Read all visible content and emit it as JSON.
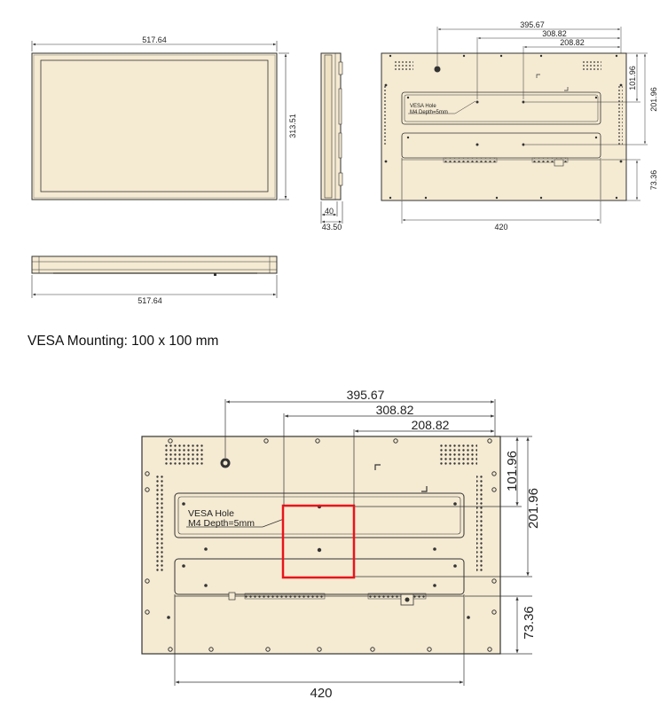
{
  "caption": "VESA Mounting: 100 x 100 mm",
  "dimensions": {
    "front_width": "517.64",
    "front_height": "313.51",
    "side_depth_inner": "40",
    "side_depth_outer": "43.50",
    "bottom_width": "517.64",
    "vesa_hole_left": "395.67",
    "vesa_hole_mid": "308.82",
    "vesa_hole_right": "208.82",
    "hole_row_1": "101.96",
    "hole_row_2": "201.96",
    "bottom_offset": "73.36",
    "bracket_width": "420"
  },
  "callouts": {
    "vesa_line1": "VESA Hole",
    "vesa_line2": "M4 Depth=5mm"
  },
  "colors": {
    "panel_fill": "#f5ead2",
    "line": "#333333",
    "highlight": "#e8141c"
  }
}
